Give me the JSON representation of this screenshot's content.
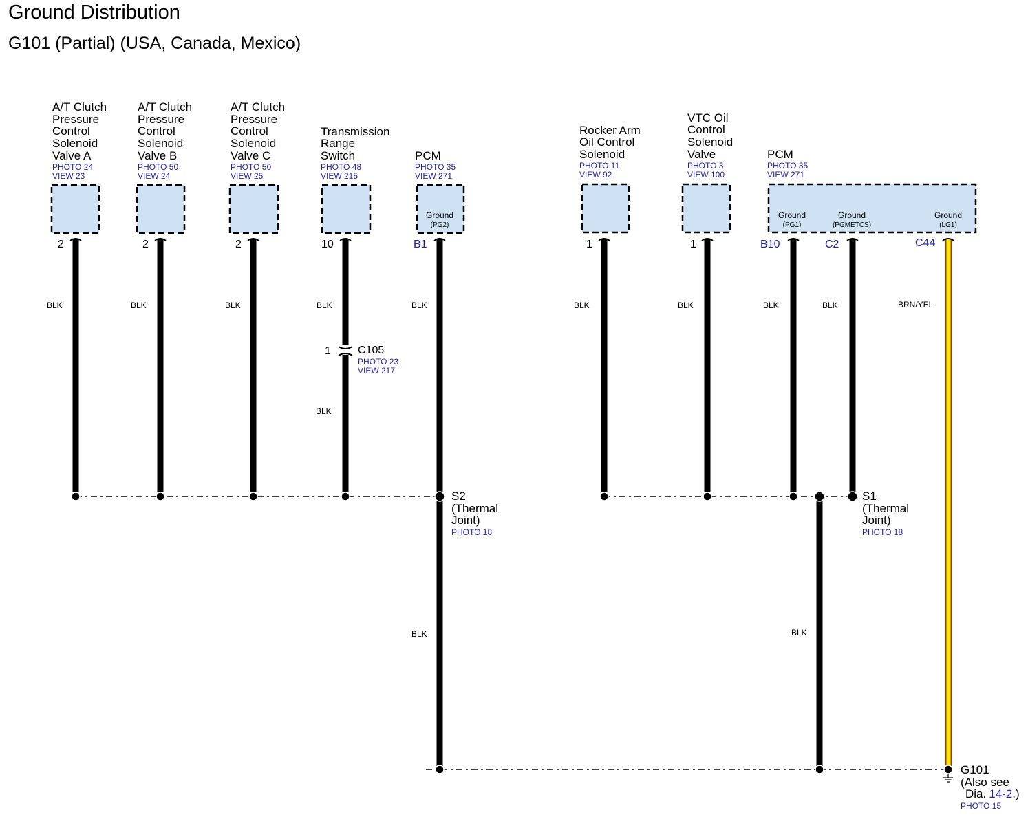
{
  "header": {
    "title": "Ground Distribution",
    "subtitle": "G101 (Partial) (USA, Canada, Mexico)"
  },
  "colors": {
    "box_fill": "#cfe2f3",
    "link": "#2222aa",
    "wire_blk": "#000000",
    "wire_brn": "#8b4513",
    "wire_yel": "#ffe600"
  },
  "components": [
    {
      "name_lines": [
        "A/T Clutch",
        "Pressure",
        "Control",
        "Solenoid",
        "Valve A"
      ],
      "photo": "PHOTO 24",
      "view": "VIEW 23",
      "pin": "2",
      "wire": "BLK"
    },
    {
      "name_lines": [
        "A/T Clutch",
        "Pressure",
        "Control",
        "Solenoid",
        "Valve B"
      ],
      "photo": "PHOTO 50",
      "view": "VIEW 24",
      "pin": "2",
      "wire": "BLK"
    },
    {
      "name_lines": [
        "A/T Clutch",
        "Pressure",
        "Control",
        "Solenoid",
        "Valve C"
      ],
      "photo": "PHOTO 50",
      "view": "VIEW 25",
      "pin": "2",
      "wire": "BLK"
    },
    {
      "name_lines": [
        "Transmission",
        "Range",
        "Switch"
      ],
      "photo": "PHOTO 48",
      "view": "VIEW 215",
      "pin": "10",
      "wire": "BLK",
      "wire_lower": "BLK"
    },
    {
      "name_lines": [
        "PCM"
      ],
      "photo": "PHOTO 35",
      "view": "VIEW 271",
      "pin": "B1",
      "wire": "BLK",
      "grounds": [
        {
          "label": "Ground",
          "sub": "(PG2)"
        }
      ]
    },
    {
      "name_lines": [
        "Rocker Arm",
        "Oil Control",
        "Solenoid"
      ],
      "photo": "PHOTO 11",
      "view": "VIEW 92",
      "pin": "1",
      "wire": "BLK"
    },
    {
      "name_lines": [
        "VTC Oil",
        "Control",
        "Solenoid",
        "Valve"
      ],
      "photo": "PHOTO 3",
      "view": "VIEW 100",
      "pin": "1",
      "wire": "BLK"
    },
    {
      "name_lines": [
        "PCM"
      ],
      "photo": "PHOTO 35",
      "view": "VIEW 271",
      "grounds": [
        {
          "label": "Ground",
          "sub": "(PG1)",
          "pin": "B10",
          "wire": "BLK"
        },
        {
          "label": "Ground",
          "sub": "(PGMETCS)",
          "pin": "C2",
          "wire": "BLK"
        },
        {
          "label": "Ground",
          "sub": "(LG1)",
          "pin": "C44",
          "wire": "BRN/YEL"
        }
      ]
    }
  ],
  "connector_c105": {
    "name": "C105",
    "pin": "1",
    "photo": "PHOTO 23",
    "view": "VIEW 217"
  },
  "splices": [
    {
      "name": "S2",
      "desc_lines": [
        "(Thermal",
        "Joint)"
      ],
      "photo": "PHOTO 18",
      "wire_down": "BLK"
    },
    {
      "name": "S1",
      "desc_lines": [
        "(Thermal",
        "Joint)"
      ],
      "photo": "PHOTO 18",
      "wire_down": "BLK"
    }
  ],
  "ground_point": {
    "name": "G101",
    "see_also_prefix": "(Also see",
    "see_also_dia": "Dia.",
    "see_also_link": "14-2",
    "see_also_suffix": ".)",
    "photo": "PHOTO 15"
  }
}
